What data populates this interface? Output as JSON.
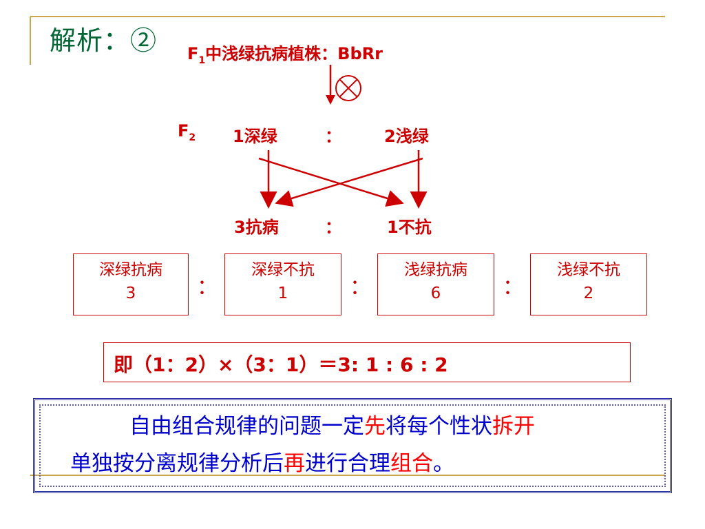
{
  "title": "解析：②",
  "f1_label": {
    "prefix": "F",
    "sub": "1",
    "text": "中浅绿抗病植株：BbRr"
  },
  "self_cross_symbol": "⊗",
  "f2": {
    "prefix": "F",
    "sub": "2",
    "deep": "1深绿",
    "colon": "：",
    "light": "2浅绿"
  },
  "resistance": {
    "res": "3抗病",
    "colon": "：",
    "nonres": "1不抗"
  },
  "boxes": [
    {
      "name": "深绿抗病",
      "value": "3"
    },
    {
      "name": "深绿不抗",
      "value": "1"
    },
    {
      "name": "浅绿抗病",
      "value": "6"
    },
    {
      "name": "浅绿不抗",
      "value": "2"
    }
  ],
  "box_colon": "：",
  "equation": "即（1：2）×（3：1）＝3: 1 : 6 : 2",
  "rule": {
    "p1_a": "自由组合规律的问题一定",
    "p1_b": "先",
    "p1_c": "将每个性状",
    "p1_d": "拆开",
    "p2_a": "单独按分离规律分析后",
    "p2_b": "再",
    "p2_c": "进行合理",
    "p2_d": "组合",
    "p2_e": "。"
  },
  "colors": {
    "accent": "#cc0000",
    "title": "#006633",
    "rule_text": "#0000cc",
    "frame": "#c8a84a"
  }
}
